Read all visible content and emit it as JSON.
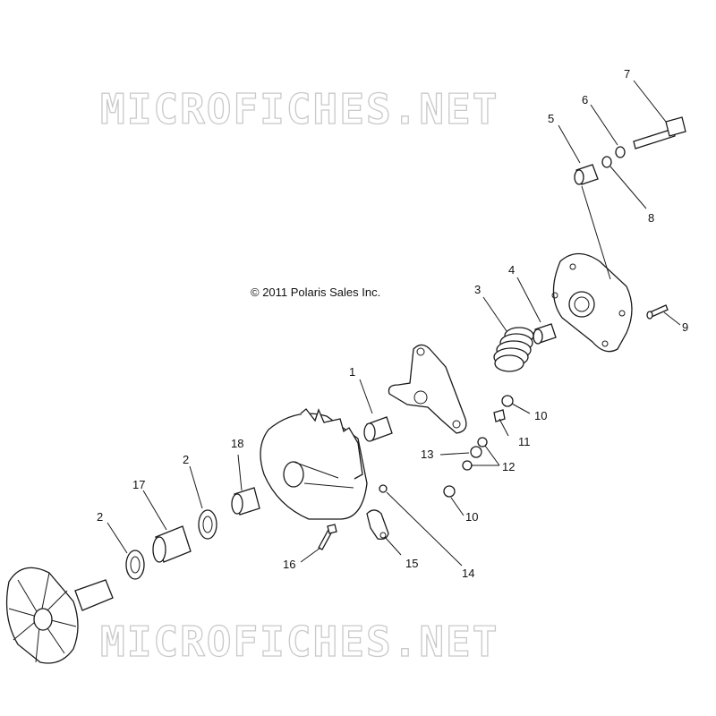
{
  "watermark": {
    "top": "MICROFICHES.NET",
    "bottom": "MICROFICHES.NET"
  },
  "copyright": "© 2011 Polaris Sales Inc.",
  "callouts": [
    "1",
    "2",
    "2",
    "3",
    "4",
    "5",
    "6",
    "7",
    "8",
    "9",
    "10",
    "10",
    "11",
    "12",
    "13",
    "14",
    "15",
    "16",
    "17",
    "18"
  ]
}
